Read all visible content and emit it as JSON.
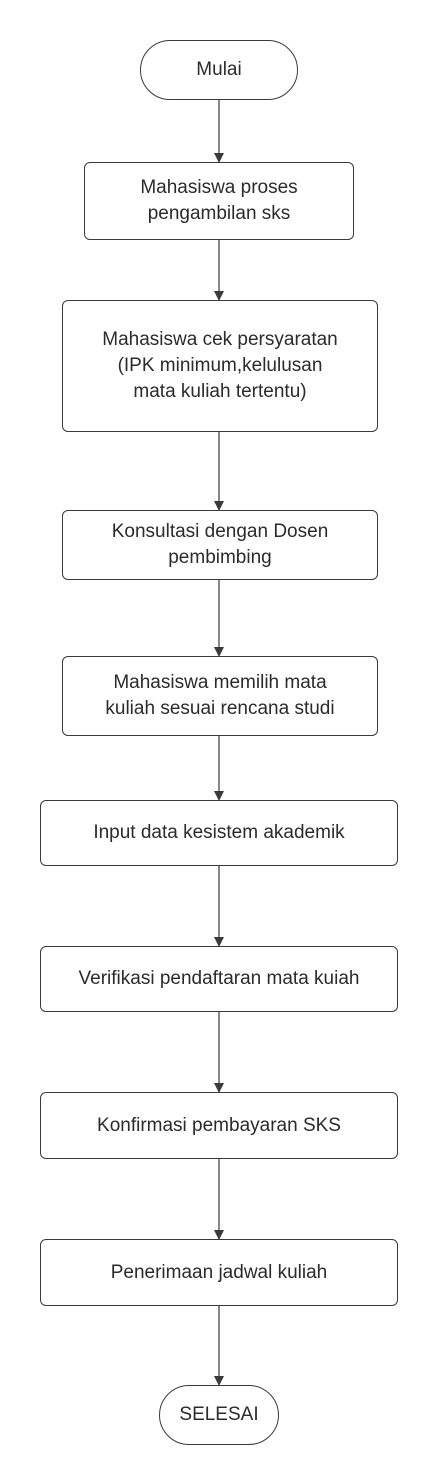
{
  "flowchart": {
    "start": "Mulai",
    "steps": [
      "Mahasiswa proses\npengambilan sks",
      "Mahasiswa cek persyaratan\n(IPK minimum,kelulusan\nmata kuliah tertentu)",
      "Konsultasi dengan Dosen\npembimbing",
      "Mahasiswa memilih mata\nkuliah sesuai rencana studi",
      "Input data kesistem akademik",
      "Verifikasi pendaftaran mata kuiah",
      "Konfirmasi pembayaran SKS",
      "Penerimaan jadwal kuliah"
    ],
    "end": "SELESAI"
  },
  "colors": {
    "stroke": "#3a3a3a",
    "text": "#2b2b2b",
    "background": "#ffffff"
  }
}
